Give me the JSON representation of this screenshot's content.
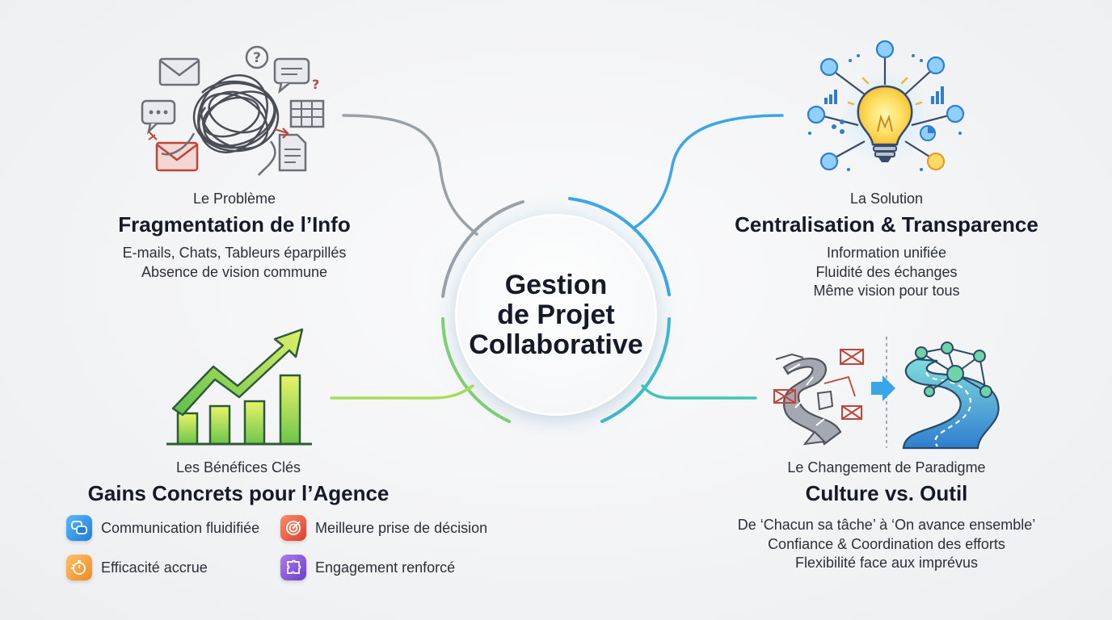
{
  "center": {
    "lines": [
      "Gestion",
      "de Projet",
      "Collaborative"
    ]
  },
  "problem": {
    "kicker": "Le Problème",
    "heading": "Fragmentation de l’Info",
    "lines": [
      "E-mails, Chats, Tableurs éparpillés",
      "Absence de vision commune"
    ]
  },
  "solution": {
    "kicker": "La Solution",
    "heading": "Centralisation & Transparence",
    "lines": [
      "Information unifiée",
      "Fluidité des échanges",
      "Même vision pour tous"
    ]
  },
  "benefits": {
    "kicker": "Les Bénéfices Clés",
    "heading": "Gains Concrets pour l’Agence",
    "items": [
      {
        "label": "Communication fluidifiée",
        "icon": "chat-bubbles-icon",
        "color": "#2b8fe0"
      },
      {
        "label": "Meilleure prise de décision",
        "icon": "target-icon",
        "color": "#e5533f"
      },
      {
        "label": "Efficacité accrue",
        "icon": "stopwatch-icon",
        "color": "#f4962e"
      },
      {
        "label": "Engagement renforcé",
        "icon": "puzzle-icon",
        "color": "#8a4fd6"
      }
    ]
  },
  "paradigm": {
    "kicker": "Le Changement de Paradigme",
    "heading": "Culture vs. Outil",
    "lines": [
      "De ‘Chacun sa tâche’ à ‘On avance ensemble’",
      "Confiance & Coordination des efforts",
      "Flexibilité face aux imprévus"
    ]
  },
  "colors": {
    "problem_line": "#9aa0a8",
    "solution_line": "#3aa6e8",
    "benefits_line": "#a7dd5a",
    "paradigm_line": "#3ec6b6"
  }
}
